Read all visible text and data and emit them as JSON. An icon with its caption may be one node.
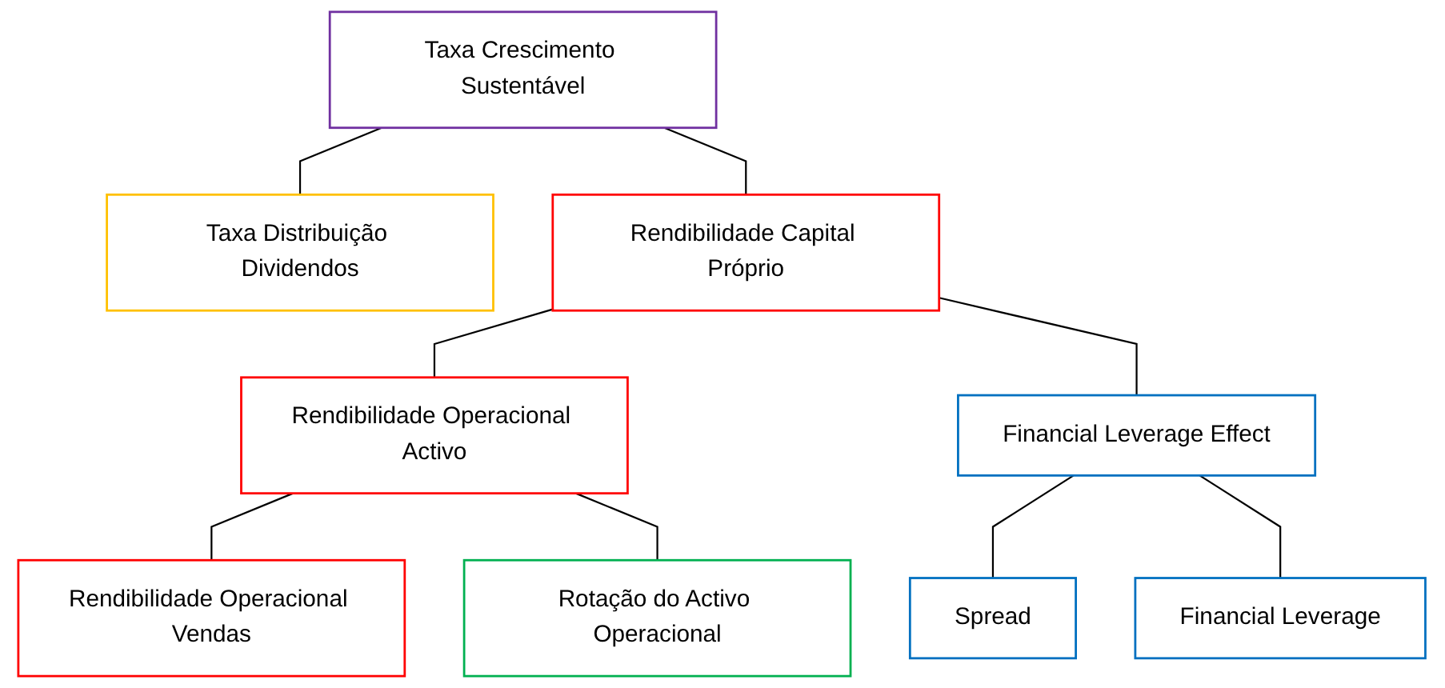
{
  "diagram": {
    "nodes": [
      {
        "text": [
          "Taxa Crescimento Sustentável"
        ]
      },
      {
        "text": [
          "Taxa Distribuição Dividendos"
        ]
      },
      {
        "text": [
          "Rendibilidade Capital Próprio"
        ]
      },
      {
        "text": [
          "Rendibilidade Operacional Activo"
        ]
      },
      {
        "text": [
          "Financial Leverage Effect"
        ]
      },
      {
        "text": [
          "Rendibilidade Operacional Vendas"
        ]
      },
      {
        "text": [
          "Rotação do Activo Operacional"
        ]
      },
      {
        "text": [
          "Spread"
        ]
      },
      {
        "text": [
          "Financial Leverage"
        ]
      }
    ],
    "edges": [
      {
        "from": 0,
        "to": 2,
        "arrow": "none"
      },
      {
        "from": 0,
        "to": 1,
        "arrow": "none"
      },
      {
        "from": 2,
        "to": 3,
        "arrow": "none"
      },
      {
        "from": 2,
        "to": 4,
        "arrow": "none"
      },
      {
        "from": 3,
        "to": 5,
        "arrow": "none"
      },
      {
        "from": 3,
        "to": 6,
        "arrow": "none"
      },
      {
        "from": 4,
        "to": 7,
        "arrow": "none"
      },
      {
        "from": 4,
        "to": 8,
        "arrow": "none"
      }
    ]
  }
}
